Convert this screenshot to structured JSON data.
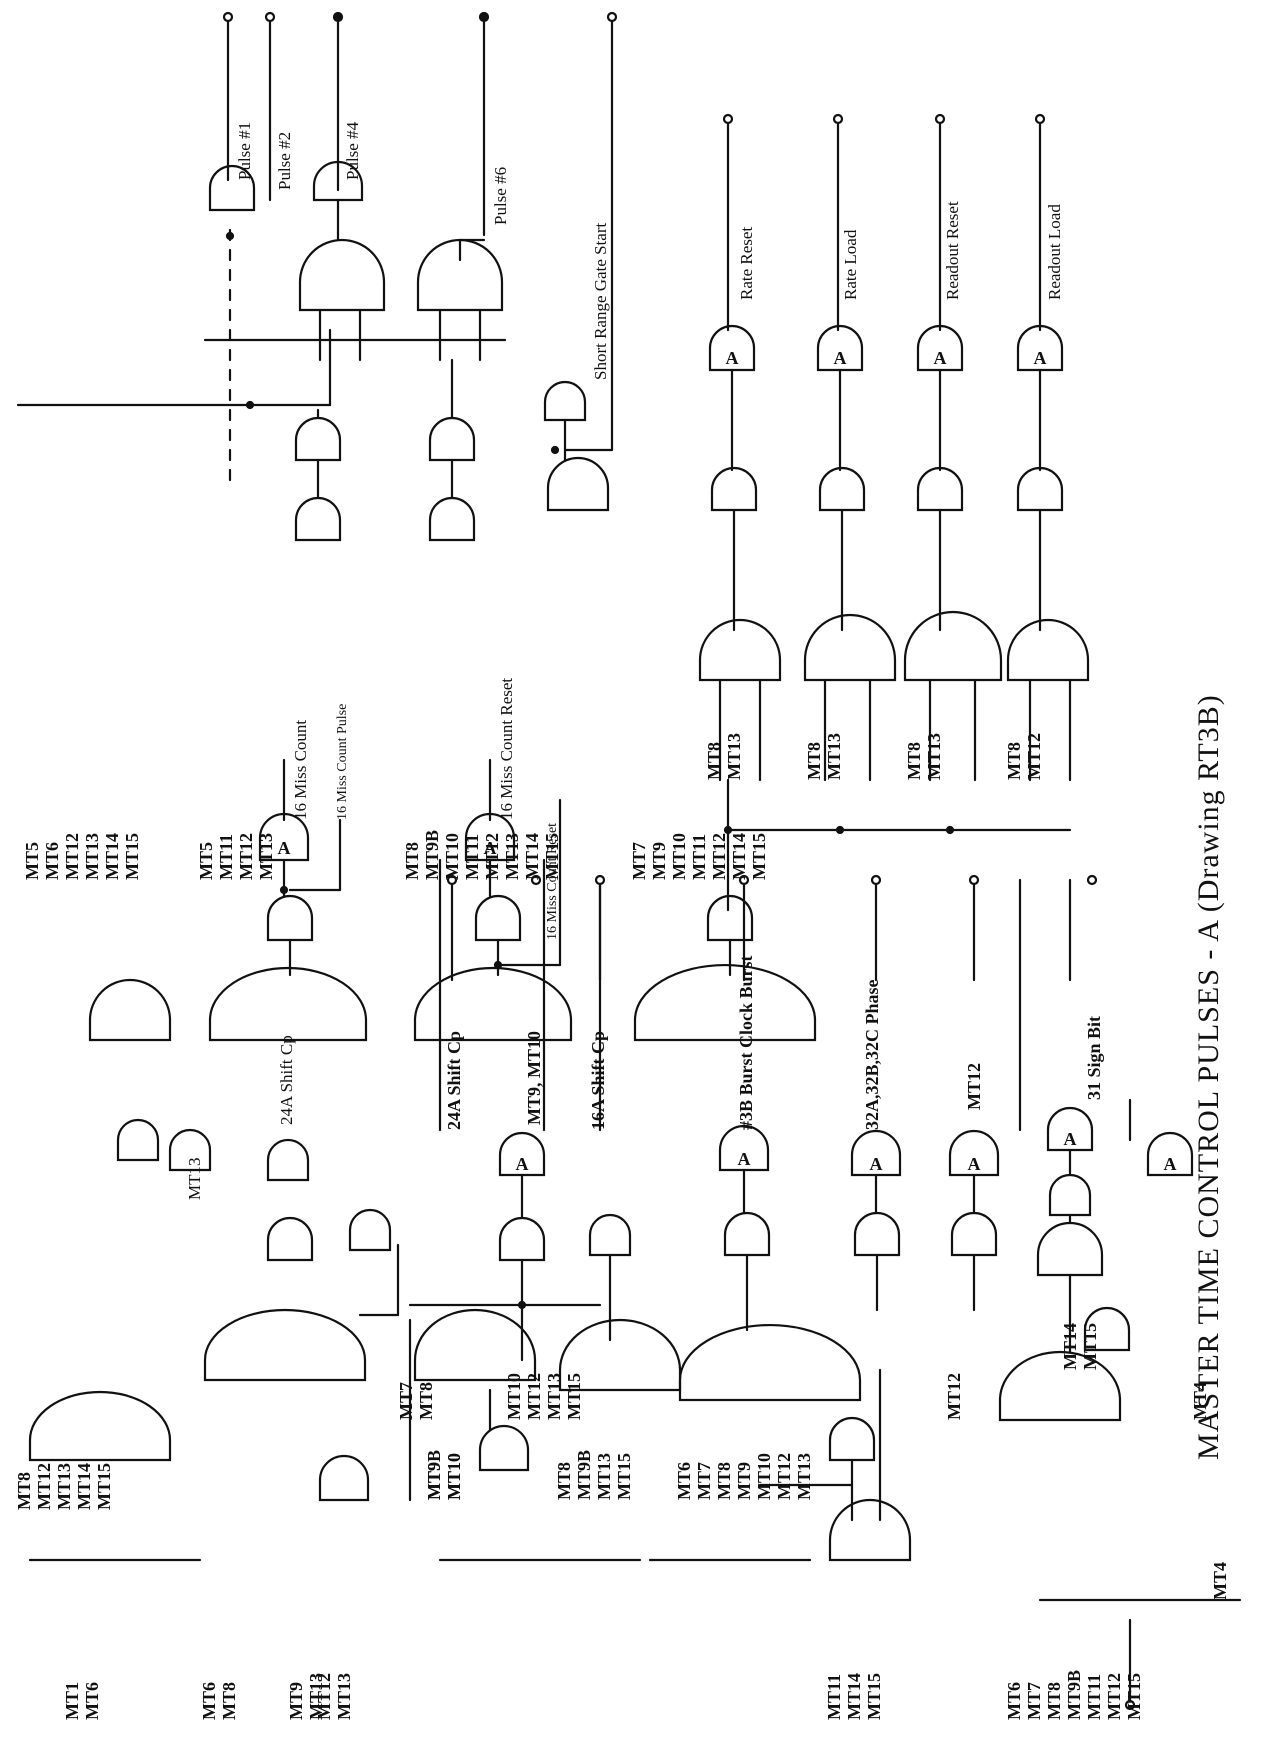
{
  "caption": "MASTER TIME CONTROL PULSES - A (Drawing RT3B)",
  "outputs": {
    "pulse1": "Pulse #1",
    "pulse2": "Pulse #2",
    "pulse4": "Pulse #4",
    "pulse6": "Pulse #6",
    "short_range": "Short Range Gate Start",
    "rate_reset": "Rate Reset",
    "rate_load": "Rate Load",
    "readout_reset": "Readout Reset",
    "readout_load": "Readout Load",
    "miss_count_16a": "16 Miss Count",
    "miss_count_pulse": "16 Miss Count Pulse",
    "miss_count_reset": "16 Miss Count Reset",
    "miss_count_reset2": "16 Miss Count Reset",
    "shift_24a": "24A Shift Cp",
    "mt9_mt10": "MT9, MT10",
    "shift_16a": "16A Shift Cp",
    "clock_burst": "#3B Burst Clock Burst",
    "gate_32a": "32A,32B,32C Phase",
    "mt12_out": "MT12",
    "sign_bit": "31 Sign Bit",
    "mt4_out": "MT4",
    "mt13_top": "MT13",
    "shift_top": "24A Shift Cp"
  },
  "stacks": {
    "s1": [
      "MT5",
      "MT6",
      "MT12",
      "MT13",
      "MT14",
      "MT15"
    ],
    "s2": [
      "MT5",
      "MT11",
      "MT12",
      "MT13"
    ],
    "s3": [
      "MT8",
      "MT9B",
      "MT10",
      "MT11",
      "MT12",
      "MT13",
      "MT14",
      "MT15"
    ],
    "s4": [
      "MT8",
      "MT9B",
      "MT10",
      "MT11",
      "MT12",
      "MT13",
      "MT14",
      "MT15"
    ],
    "s5": [
      "MT7",
      "MT9",
      "MT10",
      "MT11",
      "MT12",
      "MT14",
      "MT15"
    ],
    "s6": [
      "MT9",
      "MT10"
    ],
    "s7": [
      "MT9B",
      "MT10"
    ],
    "s8": [
      "MT8",
      "MT9B",
      "MT13",
      "MT15"
    ],
    "s9": [
      "MT6",
      "MT7",
      "MT8",
      "MT9",
      "MT10",
      "MT12",
      "MT13"
    ],
    "s10": [
      "MT12",
      "MT13"
    ],
    "s11": [
      "MT11",
      "MT14",
      "MT15"
    ],
    "s12": [
      "MT6",
      "MT7",
      "MT8",
      "MT9B",
      "MT11",
      "MT12",
      "MT15"
    ],
    "s13": [
      "MT14",
      "MT15"
    ],
    "s14": [
      "MT7",
      "MT8"
    ],
    "s15": [
      "MT10",
      "MT12",
      "MT13",
      "MT15"
    ],
    "s16": [
      "MT8",
      "MT13"
    ],
    "s17": [
      "MT8",
      "MT13"
    ],
    "s18": [
      "MT8",
      "MT13"
    ],
    "s19": [
      "MT8",
      "MT12"
    ],
    "s20": [
      "MT1",
      "MT6"
    ],
    "s21": [
      "MT6",
      "MT8"
    ],
    "s22": [
      "MT9",
      "MT13"
    ],
    "s23": [
      "MT8",
      "MT12",
      "MT13",
      "MT14",
      "MT15"
    ],
    "s24": [
      "MT12"
    ],
    "s25": [
      "MT4"
    ]
  },
  "gate_marks": {
    "a": "A"
  }
}
